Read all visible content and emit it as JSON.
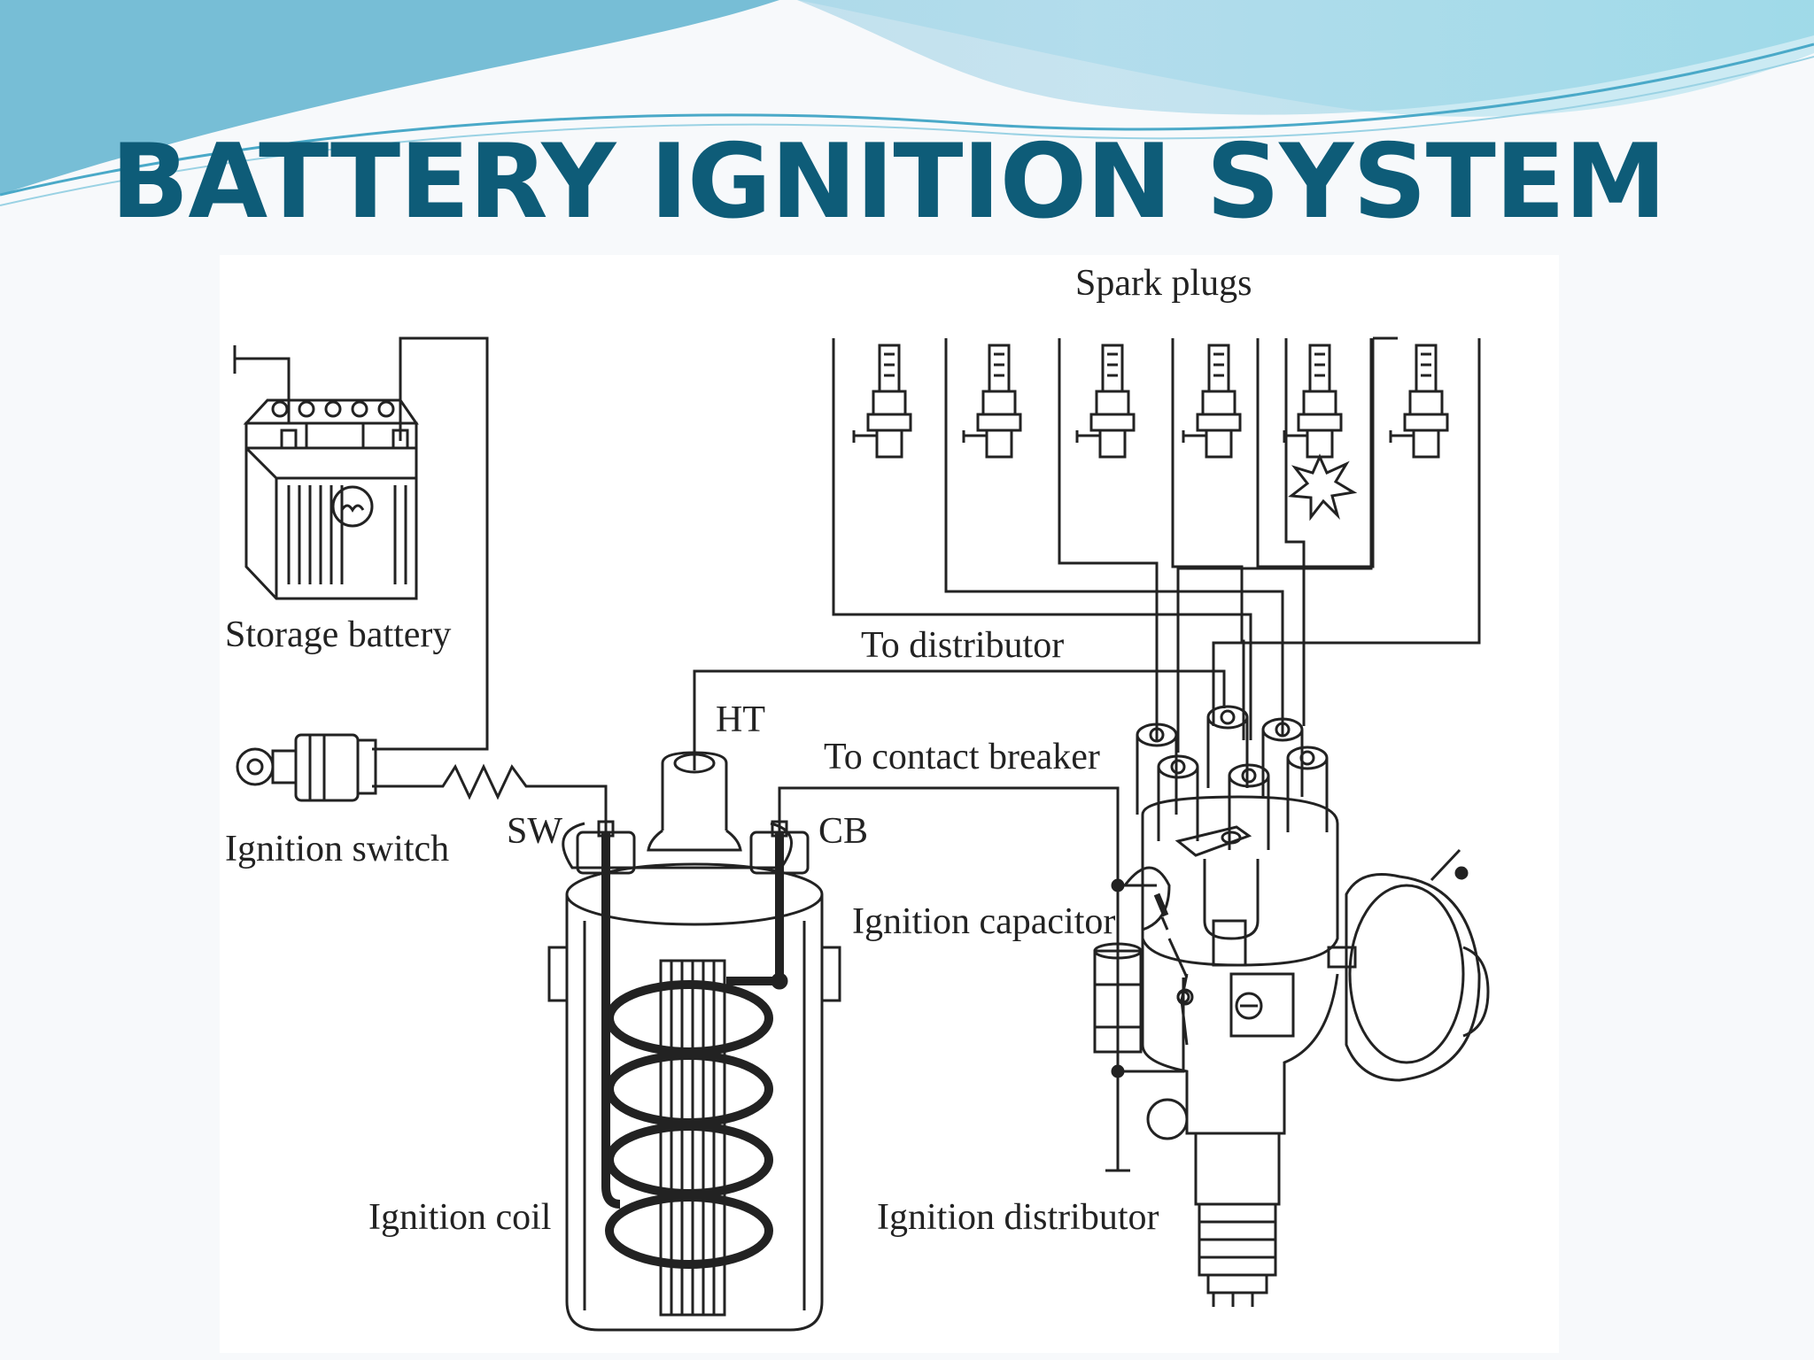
{
  "slide": {
    "title": "BATTERY IGNITION SYSTEM"
  },
  "diagram": {
    "labels": {
      "spark_plugs": "Spark plugs",
      "storage_battery": "Storage battery",
      "to_distributor": "To distributor",
      "ht": "HT",
      "to_contact_breaker": "To contact breaker",
      "ignition_switch": "Ignition switch",
      "sw": "SW",
      "cb": "CB",
      "ignition_capacitor": "Ignition capacitor",
      "ignition_coil": "Ignition coil",
      "ignition_distributor": "Ignition distributor"
    }
  },
  "theme": {
    "title_color": "#0e5c78",
    "wave_colors": [
      "#8ec5dc",
      "#5fb6d3",
      "#bfe3ef"
    ]
  }
}
